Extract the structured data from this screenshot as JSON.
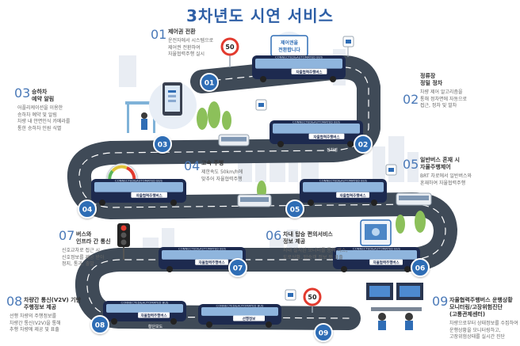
{
  "title": "3차년도 시연 서비스",
  "steps": [
    {
      "number": "01",
      "title": "제어권 전환",
      "desc": [
        "운전자에서 시스템으로",
        "제어권 전환하여",
        "자율협력주행 실시"
      ]
    },
    {
      "number": "02",
      "title": [
        "정류장",
        "정밀 정차"
      ],
      "desc": [
        "차량 제어 알고리즘을",
        "통해 정차면에 자동으로",
        "접근, 정차 및 발차"
      ]
    },
    {
      "number": "03",
      "title": [
        "승하차",
        "예약 알림"
      ],
      "desc": [
        "어플리케이션을 이용한",
        "승하차 예약 및 알림",
        "차량 내 안면인식 카메라를",
        "통한 승하차 인원 식별"
      ]
    },
    {
      "number": "04",
      "title": "고속 주행",
      "desc": [
        "제한속도 50km/h에",
        "맞추어 자율협력주행"
      ]
    },
    {
      "number": "05",
      "title": [
        "일반버스 혼재 시",
        "자율주행제어"
      ],
      "desc": [
        "BRT 차로에서 일반버스와",
        "혼재하여 자율협력주행"
      ]
    },
    {
      "number": "06",
      "title": [
        "차내 탑승 편의서비스",
        "정보 제공"
      ],
      "desc": [
        "차내 설치된 모니터를 통해 버스,",
        "도로상황, 탑승객 정보 등 표출"
      ]
    },
    {
      "number": "07",
      "title": [
        "버스와",
        "인프라 간 통신"
      ],
      "desc": [
        "신호교차로 접근 시",
        "신호정보를 제공 받아",
        "정지, 통과, 출발"
      ]
    },
    {
      "number": "08",
      "title": [
        "차량간 통신(V2V) 기반",
        "주행정보 제공"
      ],
      "desc": [
        "선행 차량의 주행정보를",
        "차량간 통신(V2V)을 통해",
        "추행 차량에 제공 및 표출"
      ]
    },
    {
      "number": "09",
      "title": [
        "자율협력주행버스 운행상황",
        "모니터링/고장위험진단",
        "(고통관제센터)"
      ],
      "desc": [
        "차량으로부터 상태정보를 수집하여",
        "운행상황을 모니터링하고,",
        "고장위험상태를 실시간 진단"
      ]
    }
  ],
  "badges": [
    "01",
    "02",
    "03",
    "04",
    "05",
    "06",
    "07",
    "08",
    "09"
  ],
  "bus_text": {
    "roof": "CONNECTED&AUTOMATED BUS",
    "side": "자율협력주행버스",
    "stop": "정차점",
    "follow": "선행정보",
    "sign_top": "제어권을",
    "sign_bottom": "전환합니다",
    "gauge": "50",
    "crosswalk": "횡단보도"
  },
  "speed_sign": "50",
  "colors": {
    "title": "#2e5fa6",
    "badge": "#2f6db5",
    "road": "#3f4a57",
    "bus": "#1d2a4f",
    "accent": "#e23a2e"
  }
}
